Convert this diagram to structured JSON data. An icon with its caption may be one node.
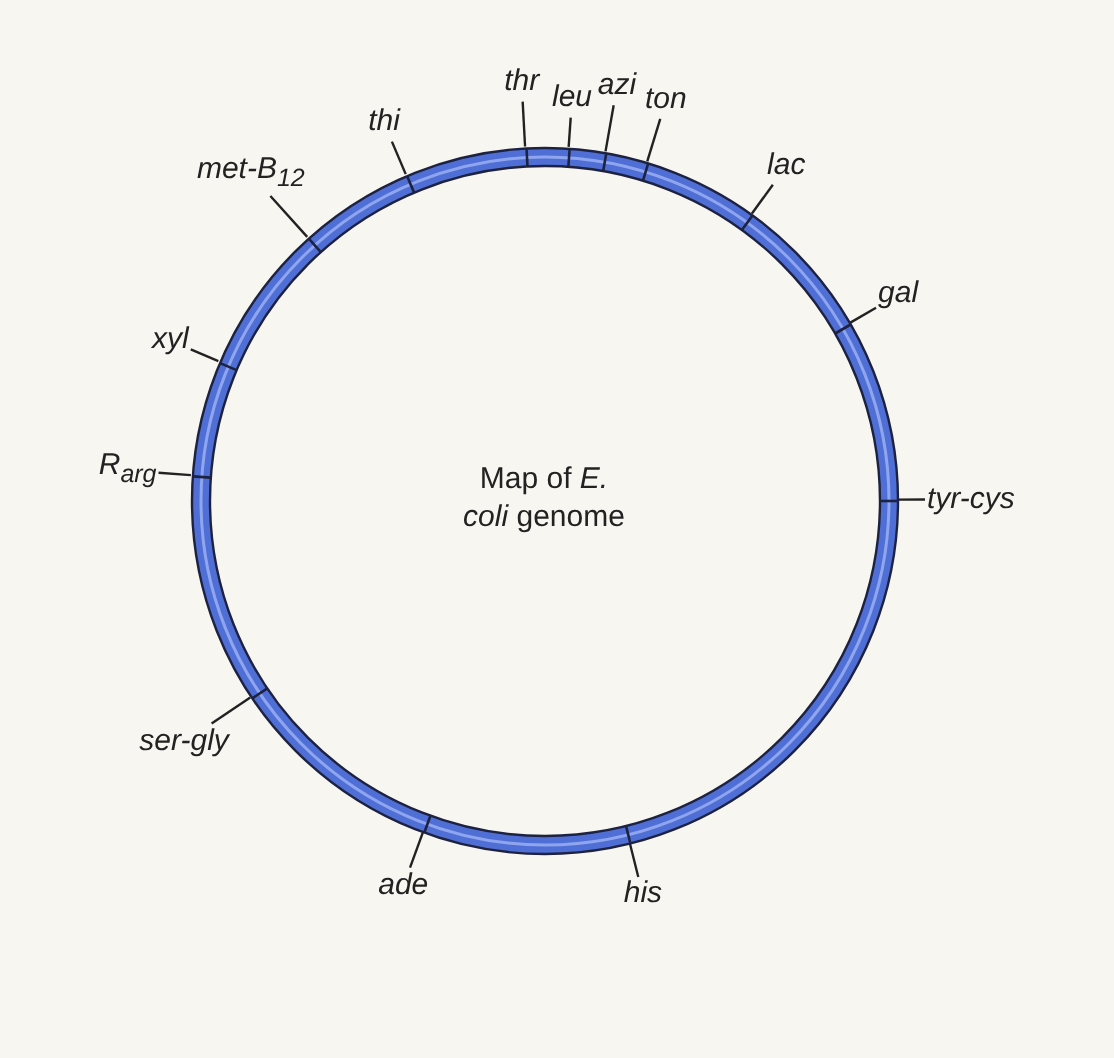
{
  "diagram": {
    "nodes": [
      {
        "text": [
          "Map of *E. coli* genome"
        ]
      },
      {
        "text": [
          "thr"
        ]
      },
      {
        "text": [
          "leu"
        ]
      },
      {
        "text": [
          "azi"
        ]
      },
      {
        "text": [
          "ton"
        ]
      },
      {
        "text": [
          "lac"
        ]
      },
      {
        "text": [
          "gal"
        ]
      },
      {
        "text": [
          "tyr-cys"
        ]
      },
      {
        "text": [
          "his"
        ]
      },
      {
        "text": [
          "ade"
        ]
      },
      {
        "text": [
          "ser-gly"
        ]
      },
      {
        "text": [
          "R$_{arg}$"
        ]
      },
      {
        "text": [
          "xyl"
        ]
      },
      {
        "text": [
          "met-B$_{12}$"
        ]
      },
      {
        "text": [
          "thi"
        ]
      }
    ],
    "edges": [
      {
        "from": 1,
        "to": 0,
        "arrow": "none"
      },
      {
        "from": 2,
        "to": 0,
        "arrow": "none"
      },
      {
        "from": 3,
        "to": 0,
        "arrow": "none"
      },
      {
        "from": 4,
        "to": 0,
        "arrow": "none"
      },
      {
        "from": 5,
        "to": 0,
        "arrow": "none"
      },
      {
        "from": 6,
        "to": 0,
        "arrow": "none"
      },
      {
        "from": 7,
        "to": 0,
        "arrow": "none"
      },
      {
        "from": 8,
        "to": 0,
        "arrow": "none"
      },
      {
        "from": 9,
        "to": 0,
        "arrow": "none"
      },
      {
        "from": 10,
        "to": 0,
        "arrow": "none"
      },
      {
        "from": 11,
        "to": 0,
        "arrow": "none"
      },
      {
        "from": 12,
        "to": 0,
        "arrow": "none"
      },
      {
        "from": 13,
        "to": 0,
        "arrow": "none"
      },
      {
        "from": 14,
        "to": 0,
        "arrow": "none"
      }
    ]
  }
}
